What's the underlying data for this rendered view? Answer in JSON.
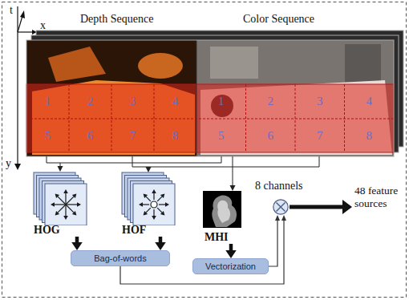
{
  "diagram": {
    "nodes": [
      {
        "text": [
          "HOG"
        ]
      },
      {
        "text": [
          "HOF"
        ]
      },
      {
        "text": [
          "MHI"
        ]
      },
      {
        "text": [
          "8 channels"
        ]
      },
      {
        "text": [
          "Bag-of-words"
        ]
      },
      {
        "text": [
          "Vectorization"
        ]
      }
    ],
    "edges": [
      {
        "from": 0,
        "to": 4,
        "arrow": "to"
      },
      {
        "from": 1,
        "to": 4,
        "arrow": "to"
      },
      {
        "from": 2,
        "to": 5,
        "arrow": "to"
      },
      {
        "from": 5,
        "to": 3,
        "arrow": "to"
      },
      {
        "from": 4,
        "to": 3,
        "arrow": "to"
      }
    ],
    "labels": [
      "t",
      "x",
      "Depth Sequence",
      "Color Sequence",
      "y",
      "1",
      "2",
      "3",
      "4",
      "5",
      "6",
      "7",
      "8",
      "1",
      "2",
      "3",
      "4",
      "5",
      "6",
      "7",
      "8",
      "48 feature sources"
    ]
  }
}
